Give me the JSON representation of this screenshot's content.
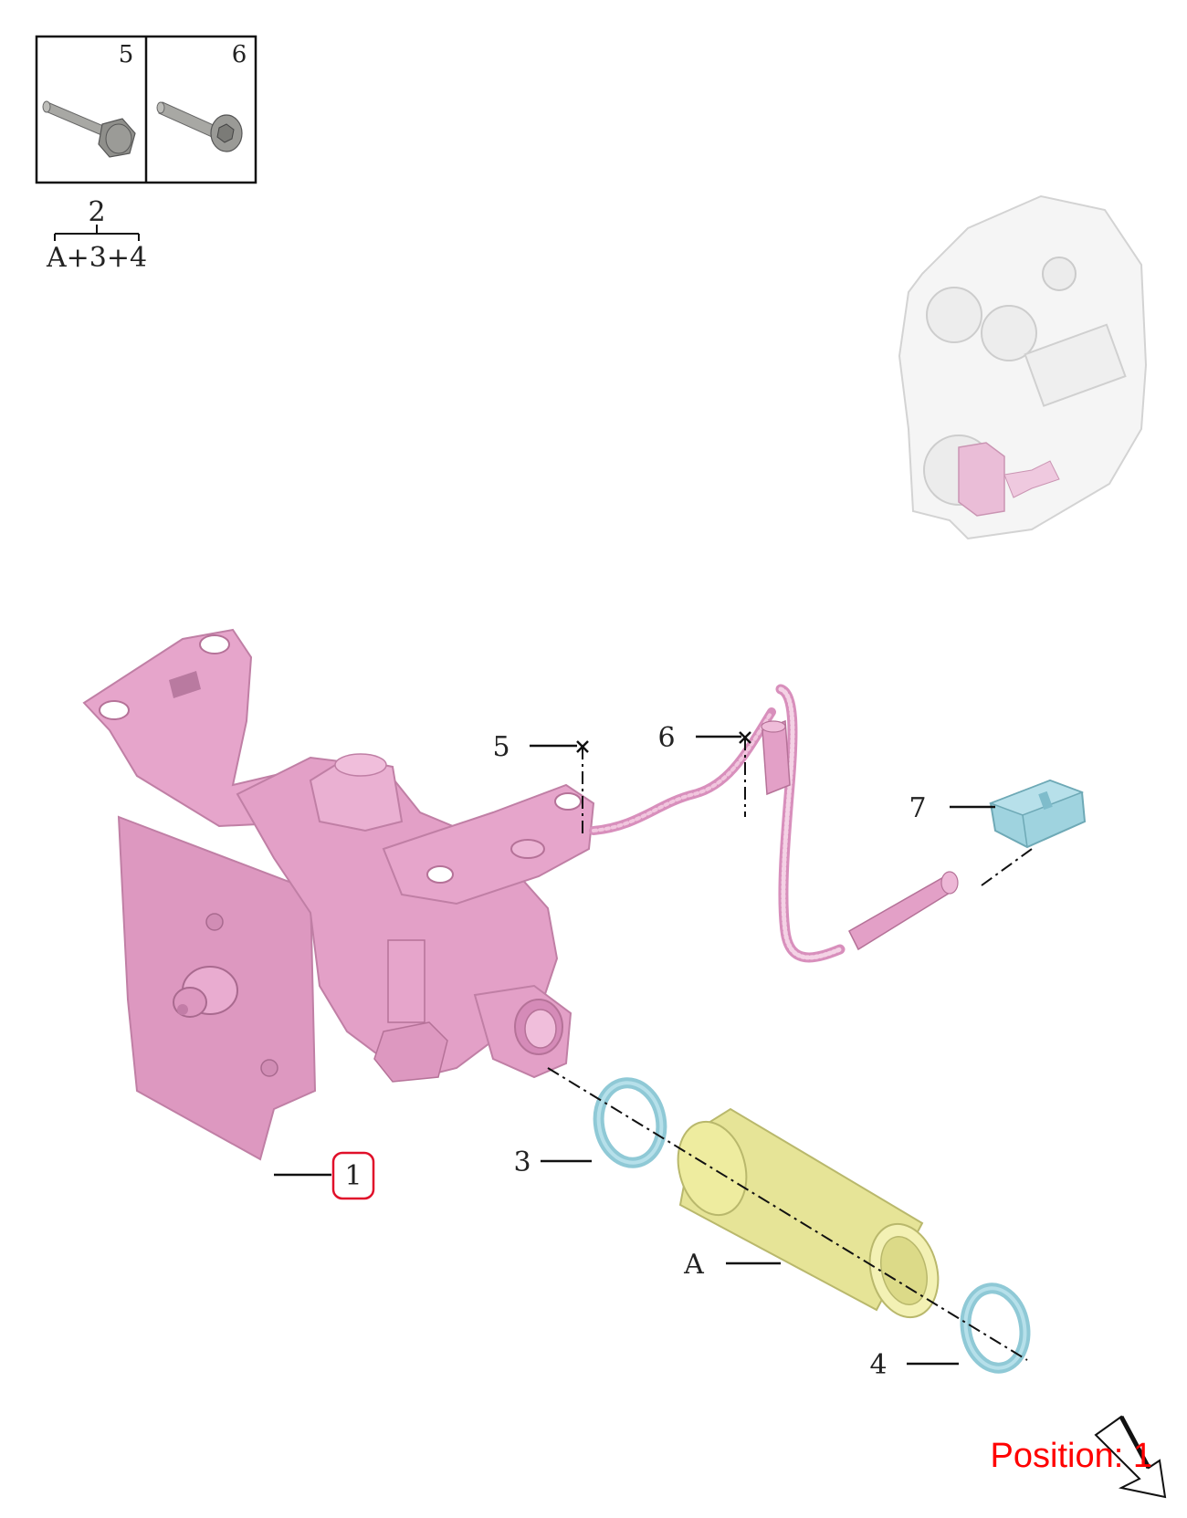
{
  "inset_box": {
    "bolt_5_label": "5",
    "bolt_6_label": "6"
  },
  "kit": {
    "part_number": "2",
    "contents": "A+3+4"
  },
  "callouts": {
    "part_1": "1",
    "part_3": "3",
    "part_4": "4",
    "part_5": "5",
    "part_6": "6",
    "part_7": "7",
    "part_a": "A"
  },
  "position_indicator": {
    "text": "Position: 1"
  },
  "colors": {
    "pump_body": "#e39ac3",
    "ring_seal": "#9fd3df",
    "pipe_sleeve": "#e9e79d",
    "connector": "#9fd3df",
    "highlight": "#e0102a",
    "bolt": "#8a8a86"
  },
  "icons": {
    "bolt_5": "flange-bolt-icon",
    "bolt_6": "torx-bolt-icon",
    "engine_thumbnail": "engine-locator-thumbnail",
    "position_arrow": "direction-arrow-icon"
  }
}
